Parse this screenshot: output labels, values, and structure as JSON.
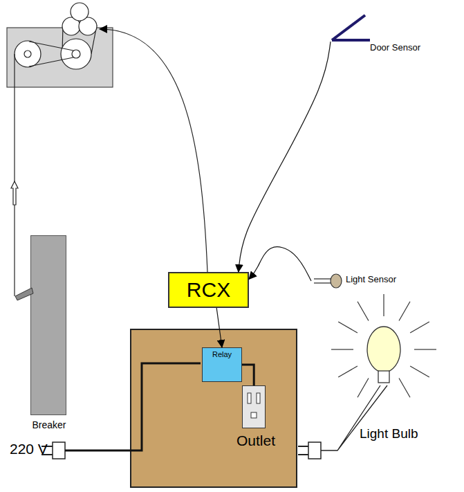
{
  "diagram": {
    "nodes": [
      {
        "text": [
          "Door Sensor"
        ]
      },
      {
        "text": [
          "Breaker"
        ]
      },
      {
        "text": [
          "RCX"
        ]
      },
      {
        "text": [
          "Light Sensor"
        ]
      },
      {
        "text": []
      },
      {
        "text": [
          "Relay"
        ],
        "in": 4
      },
      {
        "text": [
          "Outlet"
        ],
        "in": 4
      },
      {
        "text": [
          "Light Bulb"
        ]
      }
    ],
    "edges": [
      {
        "from": 0,
        "to": 2,
        "arrow": "to"
      },
      {
        "from": 3,
        "to": 2,
        "arrow": "to"
      },
      {
        "from": 2,
        "to": 5,
        "arrow": "to"
      },
      {
        "from": 5,
        "to": 6,
        "arrow": "none"
      }
    ],
    "labels": [
      "220 V"
    ]
  }
}
